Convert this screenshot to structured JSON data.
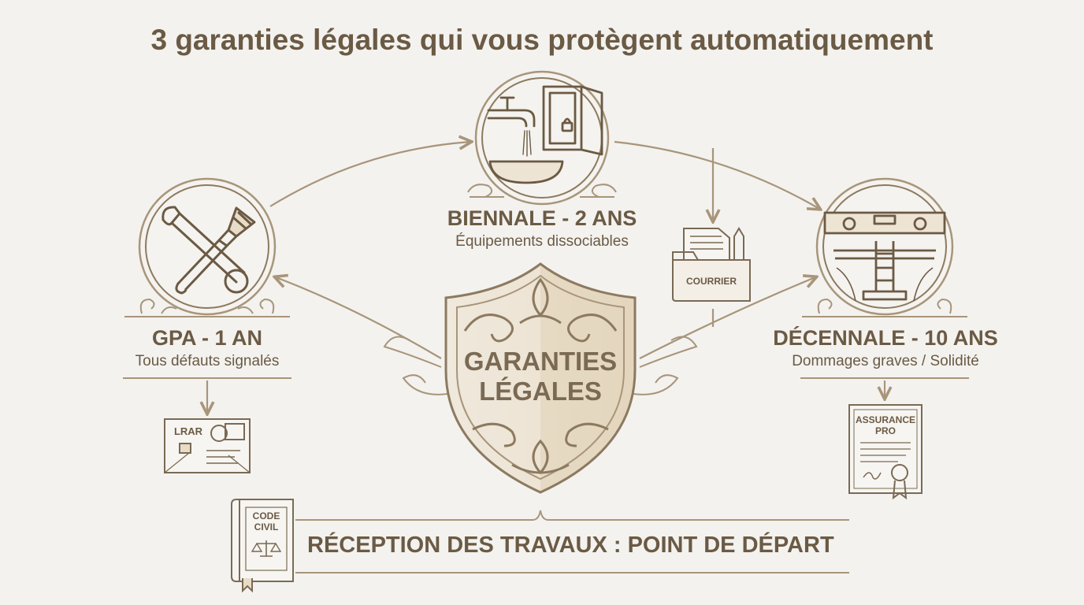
{
  "title": "3 garanties légales qui vous protègent automatiquement",
  "center": {
    "line1": "GARANTIES",
    "line2": "LÉGALES",
    "icon": "ornate-shield-icon"
  },
  "gpa": {
    "title": "GPA - 1 AN",
    "subtitle": "Tous défauts signalés",
    "icon": "wrench-and-brush-icon",
    "doc_label": "LRAR",
    "doc_icon": "registered-letter-icon"
  },
  "biennale": {
    "title": "BIENNALE - 2 ANS",
    "subtitle": "Équipements dissociables",
    "icon": "faucet-and-window-icon",
    "doc_label": "COURRIER",
    "doc_icon": "mail-folder-icon"
  },
  "decennale": {
    "title": "DÉCENNALE - 10 ANS",
    "subtitle": "Dommages graves / Solidité",
    "icon": "spirit-level-foundation-icon",
    "doc_label_line1": "ASSURANCE",
    "doc_label_line2": "PRO",
    "doc_icon": "insurance-certificate-icon"
  },
  "bottom": {
    "book_line1": "CODE",
    "book_line2": "CIVIL",
    "book_icon": "code-civil-book-icon",
    "text": "RÉCEPTION DES TRAVAUX : POINT DE DÉPART"
  },
  "colors": {
    "ink": "#6b5a44",
    "line": "#a8957a",
    "background": "#f3f2ef",
    "shield_fill": "#e9dfcd"
  }
}
